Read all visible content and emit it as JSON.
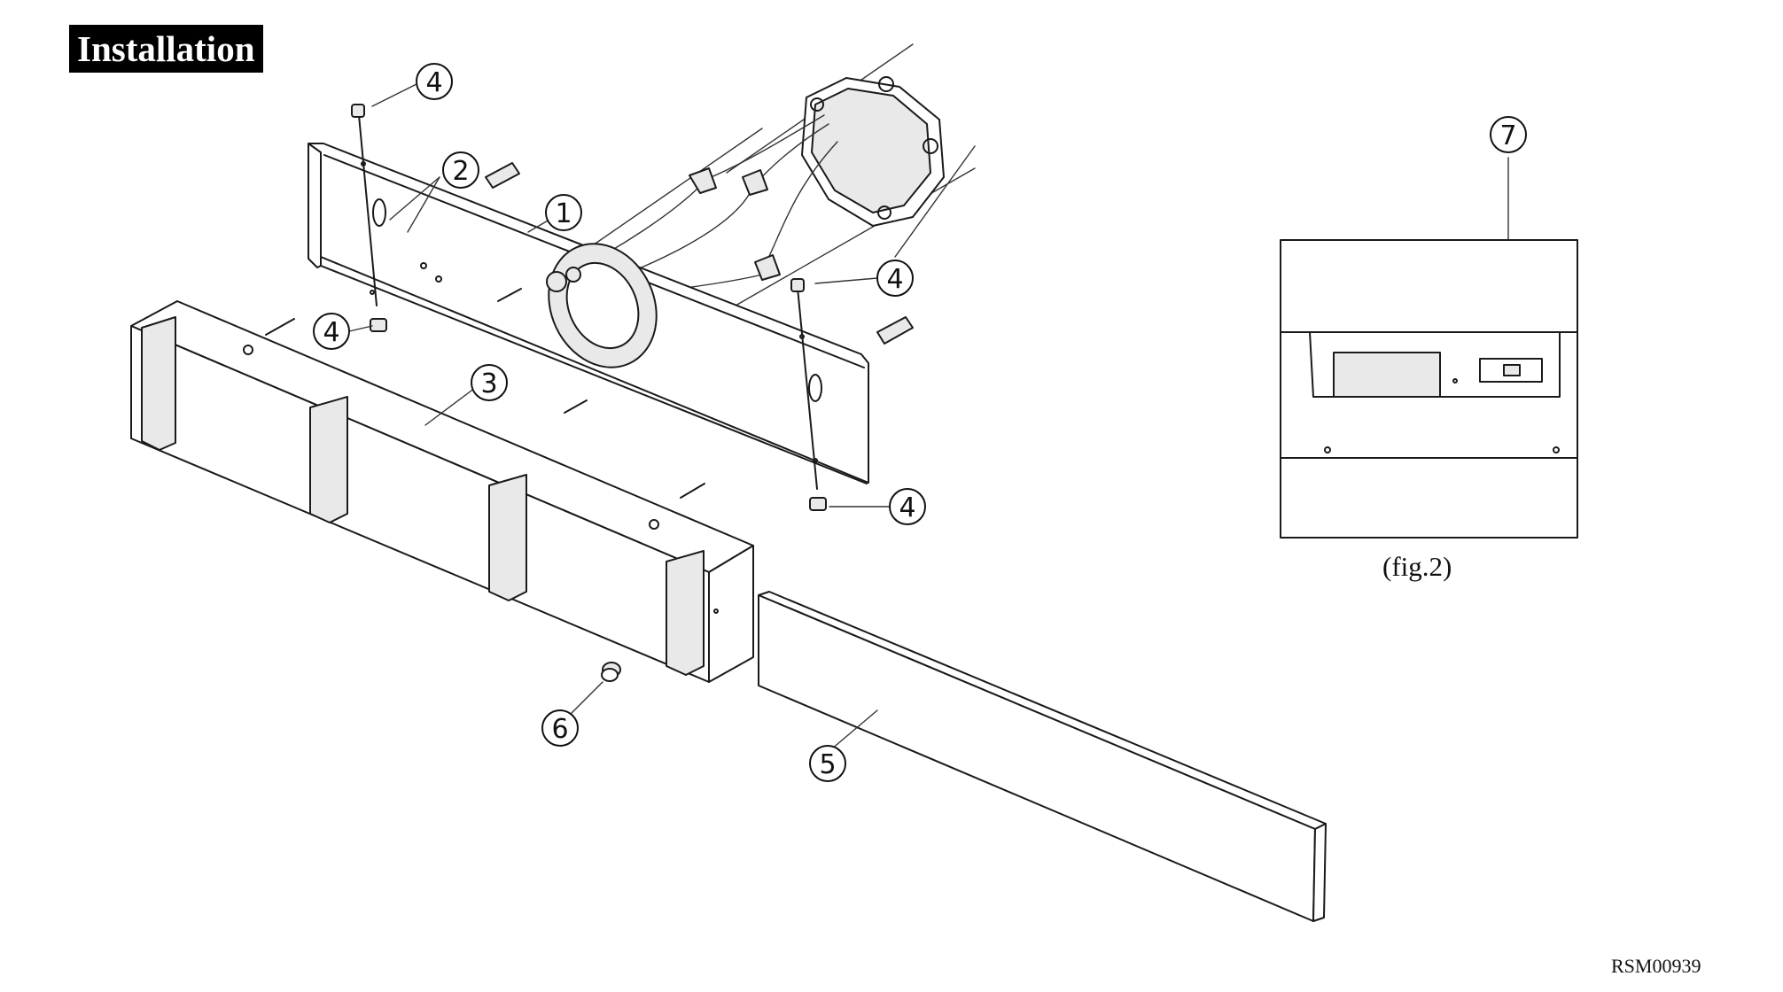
{
  "header": {
    "title": "Installation"
  },
  "callouts": [
    {
      "id": "c1",
      "label": "1"
    },
    {
      "id": "c2",
      "label": "2"
    },
    {
      "id": "c3",
      "label": "3"
    },
    {
      "id": "c4a",
      "label": "4"
    },
    {
      "id": "c4b",
      "label": "4"
    },
    {
      "id": "c4c",
      "label": "4"
    },
    {
      "id": "c4d",
      "label": "4"
    },
    {
      "id": "c5",
      "label": "5"
    },
    {
      "id": "c6",
      "label": "6"
    },
    {
      "id": "c7",
      "label": "7"
    }
  ],
  "inset": {
    "caption": "(fig.2)"
  },
  "footer": {
    "code": "RSM00939"
  }
}
